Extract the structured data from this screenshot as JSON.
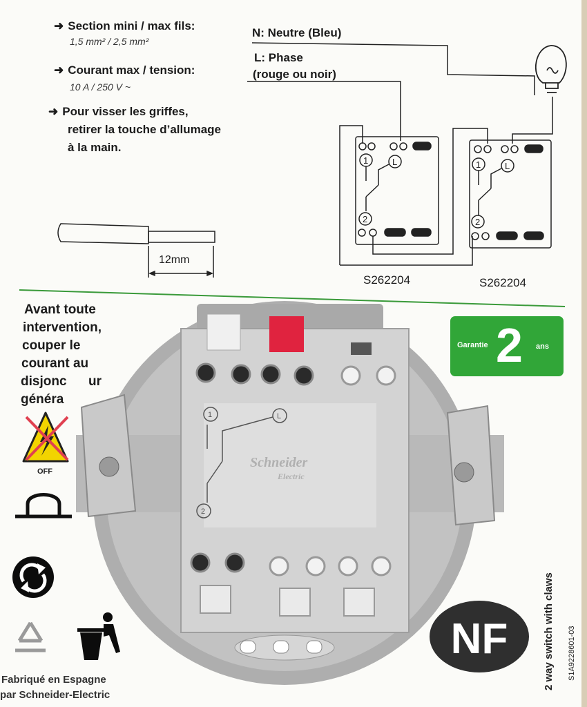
{
  "specs": {
    "section_label": "Section mini / max fils:",
    "section_value": "1,5 mm² / 2,5 mm²",
    "current_label": "Courant max / tension:",
    "current_value": "10 A / 250 V ~",
    "claws_line1": "Pour visser les griffes,",
    "claws_line2": "retirer la touche d’allumage",
    "claws_line3": "à la main."
  },
  "strip_length": "12mm",
  "wiring": {
    "neutral_label": "N: Neutre (Bleu)",
    "phase_label": "L: Phase",
    "phase_colors": "(rouge ou noir)",
    "switch_left_ref": "S262204",
    "switch_right_ref": "S262204",
    "terminal_1": "1",
    "terminal_2": "2",
    "terminal_L": "L"
  },
  "warning": {
    "line1": "Avant toute",
    "line2": "intervention,",
    "line3": "couper le",
    "line4": "courant au",
    "line5": "disjonc",
    "line5_end": "ur",
    "line6": "généra",
    "off_label": "OFF"
  },
  "guarantee": {
    "label": "Garantie",
    "number": "2",
    "unit": "ans",
    "color": "#31a638"
  },
  "brand": {
    "logo_line1": "Schneider",
    "logo_line2": "Electric"
  },
  "certification": "NF",
  "product_description": "2 way switch with claws",
  "product_code": "S1A9228601-03",
  "footer": {
    "line1": "Fabriqué en Espagne",
    "line2": "par Schneider-Electric"
  },
  "icons": [
    "no-voltage-warning-icon",
    "weee-icon",
    "recycling-arrows-icon",
    "recycle-symbol-icon",
    "trash-bin-icon",
    "bulb-icon"
  ]
}
